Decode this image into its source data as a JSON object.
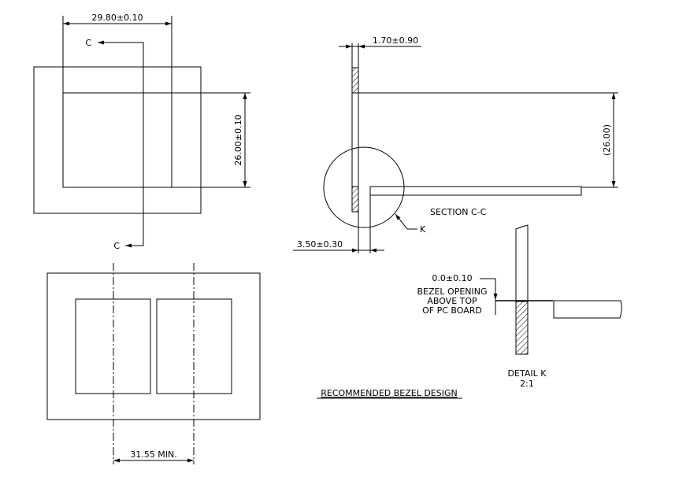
{
  "dimensions": {
    "top_width": "29.80±0.10",
    "front_height": "26.00±0.10",
    "bezel_thickness": "1.70±0.90",
    "section_height": "(26.00)",
    "bezel_gap": "3.50±0.30",
    "bezel_spacing": "31.55 MIN.",
    "detail_offset": "0.0±0.10"
  },
  "labels": {
    "cut_c_top": "C",
    "cut_c_bottom": "C",
    "section": "SECTION C-C",
    "detail_marker": "K",
    "bezel_note_line1": "BEZEL OPENING",
    "bezel_note_line2": "ABOVE TOP",
    "bezel_note_line3": "OF PC BOARD",
    "detail_title": "DETAIL  K",
    "detail_scale": "2:1",
    "recommended": "RECOMMENDED  BEZEL  DESIGN"
  }
}
